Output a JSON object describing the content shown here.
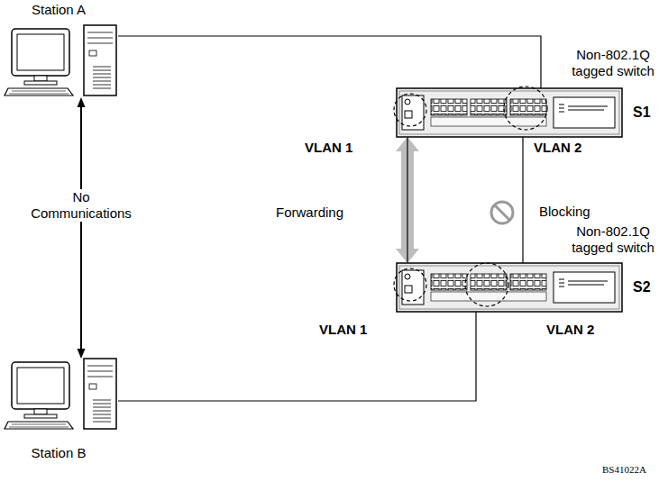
{
  "diagram": {
    "nodes": [
      {
        "text": [
          "Station A"
        ]
      },
      {
        "text": [
          "Non-802.1Q tagged switch",
          "S1"
        ]
      },
      {
        "text": [
          "Non-802.1Q tagged switch",
          "S2"
        ]
      },
      {
        "text": [
          "Station B"
        ]
      }
    ],
    "edges": [
      {
        "from": 0,
        "to": 1,
        "arrow": "none"
      },
      {
        "from": 0,
        "to": 3,
        "arrow": "both",
        "label": "No Communications"
      },
      {
        "from": 1,
        "to": 2,
        "arrow": "both",
        "label": "Forwarding"
      },
      {
        "from": 1,
        "to": 2,
        "arrow": "none",
        "label": "Blocking"
      },
      {
        "from": 3,
        "to": 2,
        "arrow": "none"
      }
    ],
    "labels": [
      "VLAN 1",
      "VLAN 2",
      "VLAN 1",
      "VLAN 2",
      "BS41022A"
    ]
  }
}
